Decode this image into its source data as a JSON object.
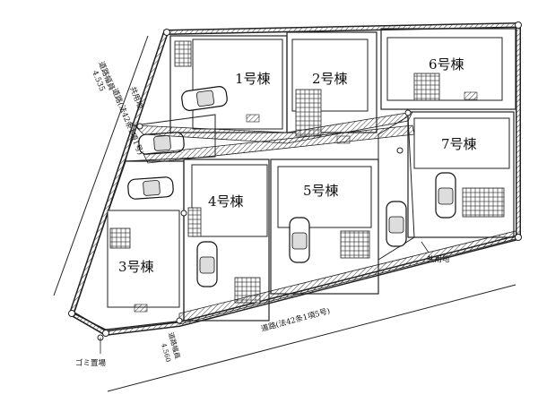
{
  "houses": [
    {
      "id": "h1",
      "label": "1号棟"
    },
    {
      "id": "h2",
      "label": "2号棟"
    },
    {
      "id": "h3",
      "label": "3号棟"
    },
    {
      "id": "h4",
      "label": "4号棟"
    },
    {
      "id": "h5",
      "label": "5号棟"
    },
    {
      "id": "h6",
      "label": "6号棟"
    },
    {
      "id": "h7",
      "label": "7号棟"
    }
  ],
  "labels": {
    "left_road_width": "道路幅員",
    "left_road_width_value": "4.535",
    "left_road_type": "道路(法42条1項1号)",
    "shared_land_top": "共用地",
    "shared_land_bottom": "共用地",
    "bottom_road": "道路(法42条1項5号)",
    "bottom_road_width": "道路幅員",
    "bottom_road_width_value": "4.560",
    "garbage": "ゴミ置場"
  }
}
